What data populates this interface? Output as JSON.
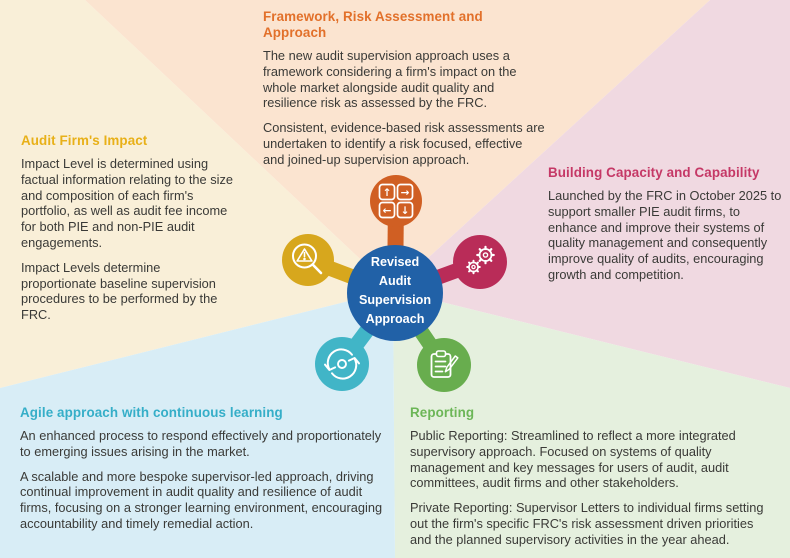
{
  "colors": {
    "background_cream": "#f9efd8",
    "background_peach": "#fbe4d0",
    "background_pink": "#f0d9e1",
    "background_blue": "#d8edf6",
    "background_green": "#e5f0de",
    "heading_gold": "#e8b018",
    "heading_orange": "#e2702a",
    "heading_crimson": "#c53866",
    "heading_cyan": "#35aec8",
    "heading_green": "#6cb657",
    "circle_orange": "#d05f23",
    "circle_gold": "#d7a71d",
    "circle_crimson": "#b92c58",
    "circle_teal": "#41b5c7",
    "circle_green": "#68ad4e",
    "hub_blue": "#2161a7",
    "body_text": "#3a3a37",
    "icon_white": "#ffffff"
  },
  "hub": {
    "title_lines": [
      "Revised",
      "Audit",
      "Supervision",
      "Approach"
    ],
    "satellites": [
      {
        "icon": "directional-arrows-icon",
        "position": "top",
        "color": "#d05f23"
      },
      {
        "icon": "risk-search-icon",
        "position": "left",
        "color": "#d7a71d"
      },
      {
        "icon": "gears-icon",
        "position": "right",
        "color": "#b92c58"
      },
      {
        "icon": "continuous-cycle-icon",
        "position": "bottom-left",
        "color": "#41b5c7"
      },
      {
        "icon": "report-clipboard-icon",
        "position": "bottom-right",
        "color": "#68ad4e"
      }
    ]
  },
  "sections": {
    "framework": {
      "heading": "Framework, Risk Assessment and Approach",
      "paragraphs": [
        "The new audit supervision approach uses a framework considering a firm's impact on the whole market alongside audit quality and resilience risk as assessed by the FRC.",
        "Consistent, evidence-based risk assessments are undertaken to identify a risk focused, effective and joined-up supervision approach."
      ]
    },
    "impact": {
      "heading": "Audit Firm's Impact",
      "paragraphs": [
        "Impact Level is determined using factual information relating to the size and composition of each firm's portfolio, as well as audit fee income for both PIE and non-PIE audit engagements.",
        "Impact Levels determine proportionate baseline supervision procedures to be performed by the FRC."
      ]
    },
    "capacity": {
      "heading": "Building Capacity and Capability",
      "paragraphs": [
        "Launched by the FRC in October 2025 to support smaller PIE audit firms, to enhance and improve their systems of quality management and consequently improve quality of audits, encouraging growth and competition."
      ]
    },
    "agile": {
      "heading": "Agile approach with continuous learning",
      "paragraphs": [
        "An enhanced process to respond effectively and proportionately to emerging issues arising in the market.",
        "A scalable and more bespoke supervisor-led approach, driving continual improvement in audit quality and resilience of audit firms, focusing on a stronger learning environment, encouraging accountability and timely remedial action."
      ]
    },
    "reporting": {
      "heading": "Reporting",
      "paragraphs": [
        "Public Reporting: Streamlined to reflect a more integrated supervisory approach. Focused on systems of quality management and key messages for users of audit, audit committees, audit firms and other stakeholders.",
        "Private Reporting: Supervisor Letters to individual firms setting out the firm's specific FRC's risk assessment driven priorities and the planned supervisory activities in the year ahead."
      ]
    }
  }
}
